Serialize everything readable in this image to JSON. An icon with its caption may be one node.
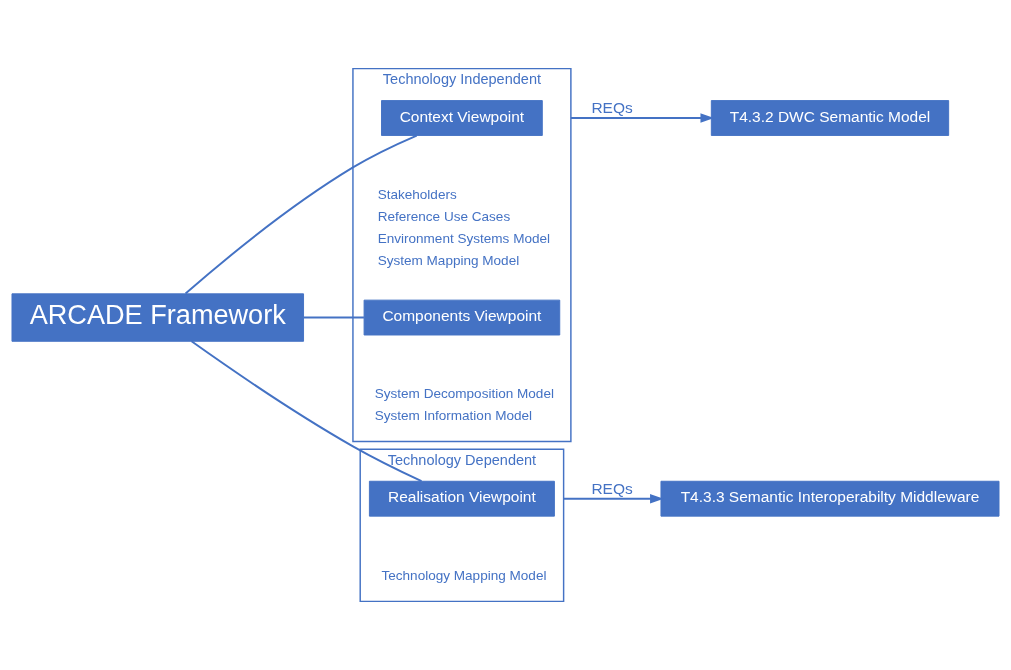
{
  "diagram": {
    "nodes": [
      {
        "text": [
          "ARCADE Framework"
        ]
      },
      {
        "text": [
          "Technology Independent"
        ]
      },
      {
        "text": [
          "Context Viewpoint"
        ],
        "in": 1
      },
      {
        "text": [
          "Components Viewpoint"
        ],
        "in": 1
      },
      {
        "text": [
          "T4.3.2 DWC Semantic Model"
        ]
      },
      {
        "text": [
          "Technology Dependent"
        ]
      },
      {
        "text": [
          "Realisation Viewpoint"
        ],
        "in": 5
      },
      {
        "text": [
          "T4.3.3 Semantic Interoperabilty Middleware"
        ]
      }
    ],
    "edges": [
      {
        "from": 0,
        "to": 2,
        "arrow": "none"
      },
      {
        "from": 0,
        "to": 3,
        "arrow": "none"
      },
      {
        "from": 0,
        "to": 6,
        "arrow": "none"
      },
      {
        "from": 1,
        "to": 4,
        "arrow": "to",
        "label": "REQs"
      },
      {
        "from": 5,
        "to": 7,
        "arrow": "to",
        "label": "REQs"
      }
    ],
    "labels": [
      "Stakeholders",
      "Reference Use Cases",
      "Environment Systems Model",
      "System Mapping Model",
      "System Decomposition Model",
      "System Information Model",
      "Technology Mapping Model"
    ]
  }
}
